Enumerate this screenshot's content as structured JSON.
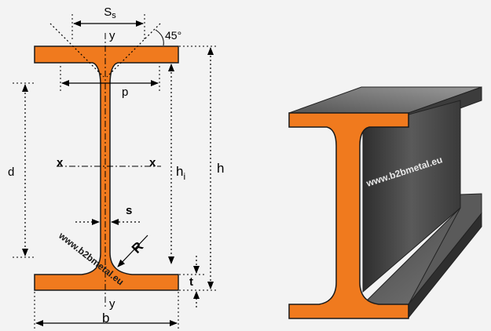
{
  "labels": {
    "flange_width": "b",
    "web_thickness": "s",
    "flange_thickness": "t",
    "height": "h",
    "inner_height": "h",
    "inner_height_subscript": "i",
    "depth": "d",
    "radius": "R",
    "bolt_spacing": "p",
    "slope_spacing": "S",
    "slope_spacing_subscript": "s",
    "angle": "45°",
    "y_axis_top": "y",
    "y_axis_bottom": "y",
    "x_axis_left": "x",
    "x_axis_right": "x"
  },
  "watermark": {
    "left": "www.b2bmetal.eu",
    "right": "www.b2bmetal.eu"
  },
  "colors": {
    "profile_fill": "#f07a1e",
    "profile_stroke": "#1a1a1a",
    "steel_dark": "#3a3a3a",
    "steel_light": "#8a8a8a",
    "background": "#f3f3f3"
  }
}
